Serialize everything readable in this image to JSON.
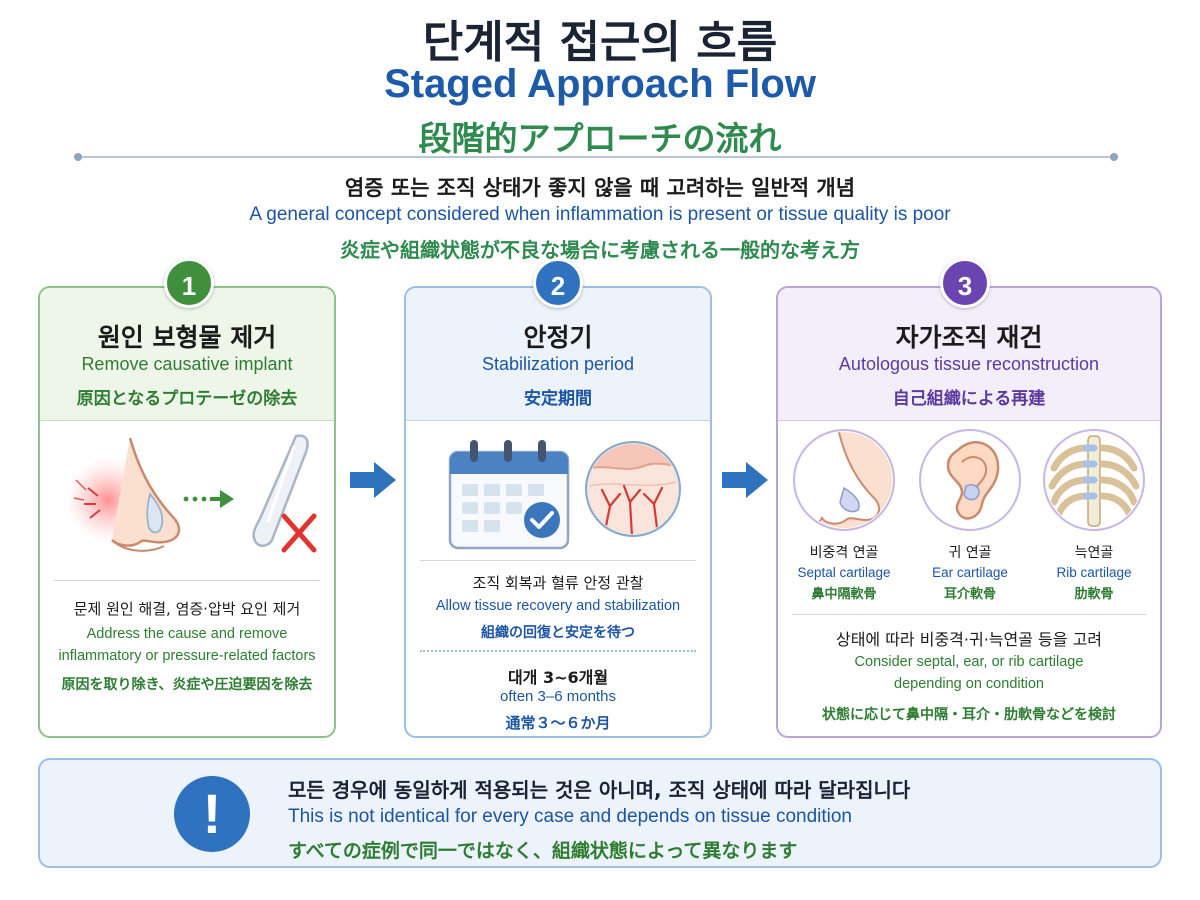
{
  "title": {
    "ko": "단계적 접근의 흐름",
    "en": "Staged Approach Flow",
    "ja": "段階的アプローチの流れ"
  },
  "subtitle": {
    "ko": "염증 또는 조직 상태가 좋지 않을 때 고려하는 일반적 개념",
    "en": "A general concept considered when inflammation is present or tissue quality is poor",
    "ja": "炎症や組織状態が不良な場合に考慮される一般的な考え方"
  },
  "steps": [
    {
      "number": "1",
      "color": "#3f8f3c",
      "title_ko": "원인 보형물 제거",
      "title_en": "Remove causative implant",
      "title_ja": "原因となるプロテーゼの除去",
      "desc_ko": "문제 원인 해결, 염증·압박 요인 제거",
      "desc_en_1": "Address the cause and remove",
      "desc_en_2": "inflammatory or pressure-related factors",
      "desc_ja": "原因を取り除き、炎症や圧迫要因を除去"
    },
    {
      "number": "2",
      "color": "#2f72c0",
      "title_ko": "안정기",
      "title_en": "Stabilization period",
      "title_ja": "安定期間",
      "desc_ko": "조직 회복과 혈류 안정 관찰",
      "desc_en": "Allow tissue recovery and stabilization",
      "desc_ja": "組織の回復と安定を待つ",
      "duration_ko": "대개 3~6개월",
      "duration_en": "often 3–6 months",
      "duration_ja": "通常３～６か月"
    },
    {
      "number": "3",
      "color": "#6a44b0",
      "title_ko": "자가조직 재건",
      "title_en": "Autologous tissue reconstruction",
      "title_ja": "自己組織による再建",
      "cartilages": [
        {
          "ko": "비중격 연골",
          "en": "Septal cartilage",
          "ja": "鼻中隔軟骨"
        },
        {
          "ko": "귀 연골",
          "en": "Ear cartilage",
          "ja": "耳介軟骨"
        },
        {
          "ko": "늑연골",
          "en": "Rib cartilage",
          "ja": "肋軟骨"
        }
      ],
      "desc_ko": "상태에 따라 비중격·귀·늑연골 등을 고려",
      "desc_en_1": "Consider septal, ear, or rib cartilage",
      "desc_en_2": "depending on condition",
      "desc_ja": "状態に応じて鼻中隔・耳介・肋軟骨などを検討"
    }
  ],
  "note": {
    "icon": "exclamation-icon",
    "ko": "모든 경우에 동일하게 적용되는 것은 아니며, 조직 상태에 따라 달라집니다",
    "en": "This is not identical for every case and depends on tissue condition",
    "ja": "すべての症例で同一ではなく、組織状態によって異なります"
  },
  "colors": {
    "title_blue": "#1d5aa8",
    "green": "#2e7d32",
    "blue": "#1d55a5",
    "purple": "#5b3aa0",
    "arrow": "#2f72c0"
  }
}
